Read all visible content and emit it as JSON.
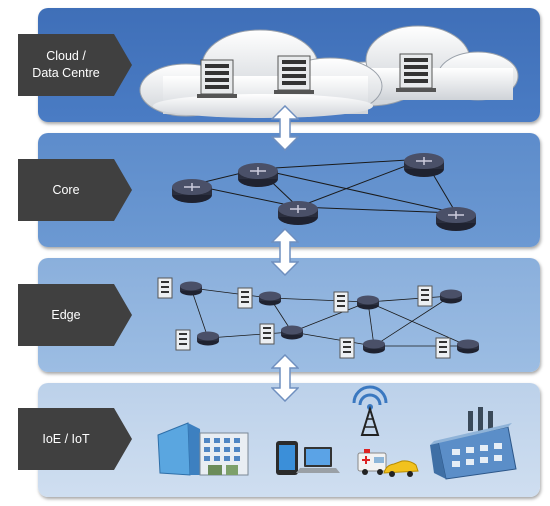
{
  "layers": [
    {
      "id": "cloud",
      "label": "Cloud /\nData Centre",
      "color": "#4a79c0"
    },
    {
      "id": "core",
      "label": "Core",
      "color": "#6795cf"
    },
    {
      "id": "edge",
      "label": "Edge",
      "color": "#94b6df"
    },
    {
      "id": "iot",
      "label": "IoE / IoT",
      "color": "#c5d7ec"
    }
  ],
  "colors": {
    "tab": "#404040",
    "arrow_fill": "#ffffff",
    "arrow_stroke": "#6f8fbf",
    "router_body": "#2a2e3e",
    "link_line": "#1a1a1a"
  },
  "icons": [
    "server-icon",
    "router-icon",
    "building-icon",
    "smartphone-icon",
    "laptop-icon",
    "ambulance-icon",
    "car-icon",
    "antenna-tower-icon",
    "factory-icon"
  ]
}
